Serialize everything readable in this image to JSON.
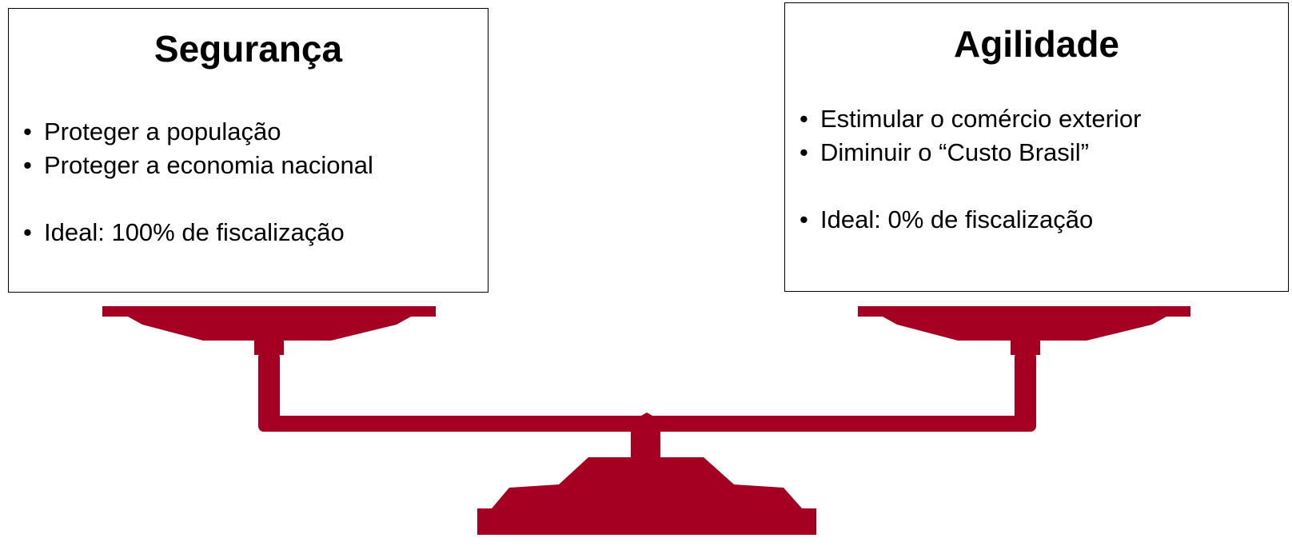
{
  "colors": {
    "scale": "#A50021",
    "box_border": "#000000",
    "text": "#000000"
  },
  "left_panel": {
    "title": "Segurança",
    "bullets": [
      "Proteger a população",
      "Proteger a economia nacional",
      "Ideal: 100% de fiscalização"
    ]
  },
  "right_panel": {
    "title": "Agilidade",
    "bullets": [
      "Estimular o comércio exterior",
      "Diminuir o “Custo Brasil”",
      "Ideal: 0% de fiscalização"
    ]
  }
}
